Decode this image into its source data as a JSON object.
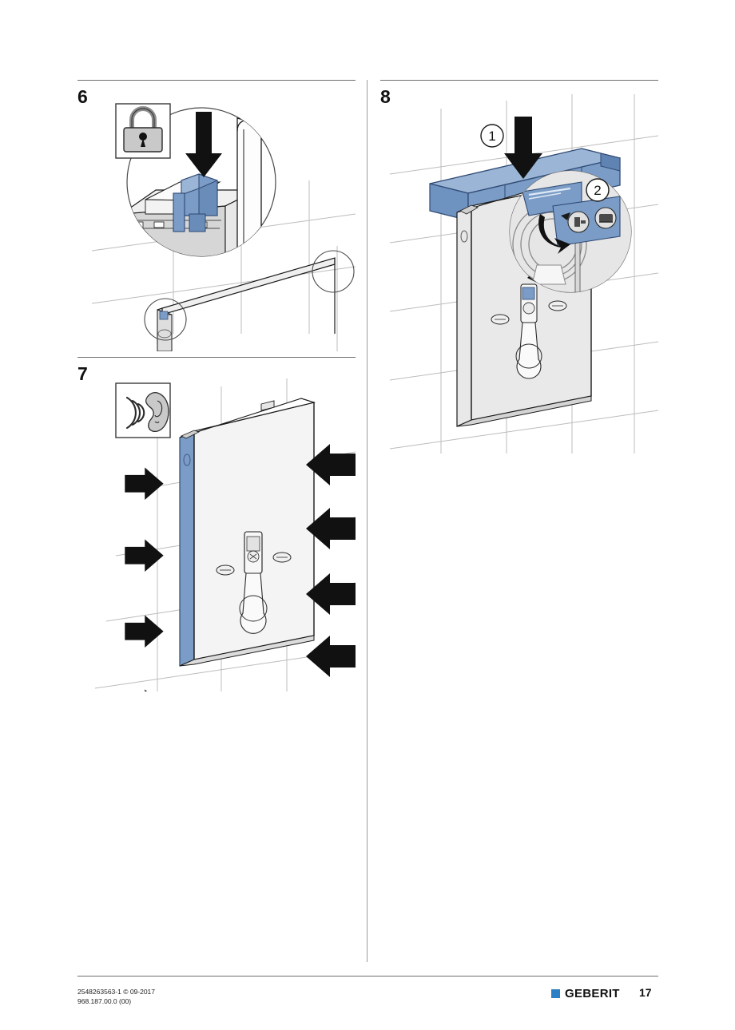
{
  "document": {
    "type": "installation-manual-page",
    "page_number": "17",
    "background_color": "#ffffff"
  },
  "colors": {
    "component_blue": "#7a9cc6",
    "component_blue_dark": "#5a7ba6",
    "component_blue_light": "#9bb5d6",
    "brand_blue": "#2b7fc4",
    "panel_gray": "#e4e4e4",
    "panel_gray_light": "#f2f2f2",
    "tile_line": "#b9b9b9",
    "outline": "#1a1a1a",
    "rule_gray": "#6f6f6f",
    "divider_gray": "#9a9a9a",
    "icon_fill": "#c9c9c9"
  },
  "steps": [
    {
      "number": "6",
      "column": "left",
      "icon": "padlock-closed-icon",
      "icon_meaning": "lock-secure",
      "has_detail_circle": true,
      "callouts": []
    },
    {
      "number": "7",
      "column": "left",
      "icon": "ear-listen-icon",
      "icon_meaning": "audible-click",
      "has_detail_circle": false,
      "arrow_count_left": 4,
      "arrow_count_right": 4,
      "callouts": []
    },
    {
      "number": "8",
      "column": "right",
      "icon": null,
      "has_detail_circle": true,
      "callouts": [
        "1",
        "2"
      ]
    }
  ],
  "footer": {
    "reference_line_1": "2548263563-1 © 09-2017",
    "reference_line_2": "968.187.00.0 (00)",
    "brand_name": "GEBERIT",
    "page_number": "17"
  }
}
